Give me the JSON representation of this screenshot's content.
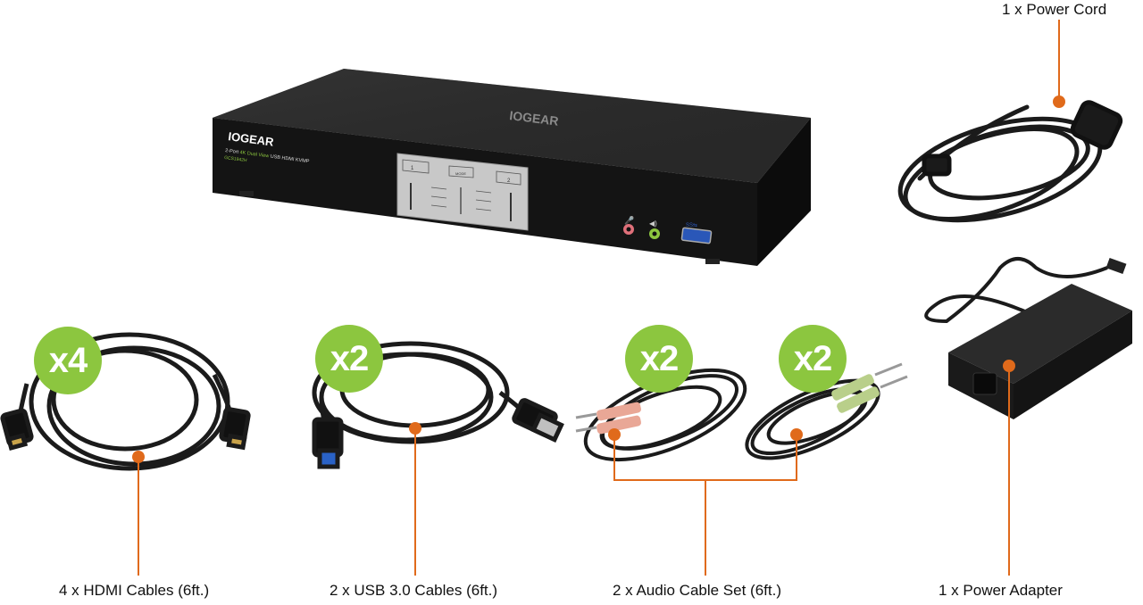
{
  "captions": {
    "power_cord": "1 x Power Cord",
    "hdmi": "4 x HDMI Cables (6ft.)",
    "usb": "2 x USB 3.0 Cables (6ft.)",
    "audio": "2 x Audio Cable Set (6ft.)",
    "adapter": "1 x Power Adapter"
  },
  "badges": {
    "hdmi": "x4",
    "usb": "x2",
    "audio_a": "x2",
    "audio_b": "x2"
  },
  "device": {
    "brand": "IOGEAR",
    "tagline_prefix": "2-Port",
    "tagline_4k": "4K",
    "tagline_dual": "Dual View",
    "tagline_rest": "USB HDMI KVMP",
    "model": "GCS1942H",
    "port_1": "1",
    "port_2": "2",
    "mode": "MODE"
  },
  "colors": {
    "callout_orange": "#e06a1b",
    "badge_green": "#8cc63f"
  }
}
